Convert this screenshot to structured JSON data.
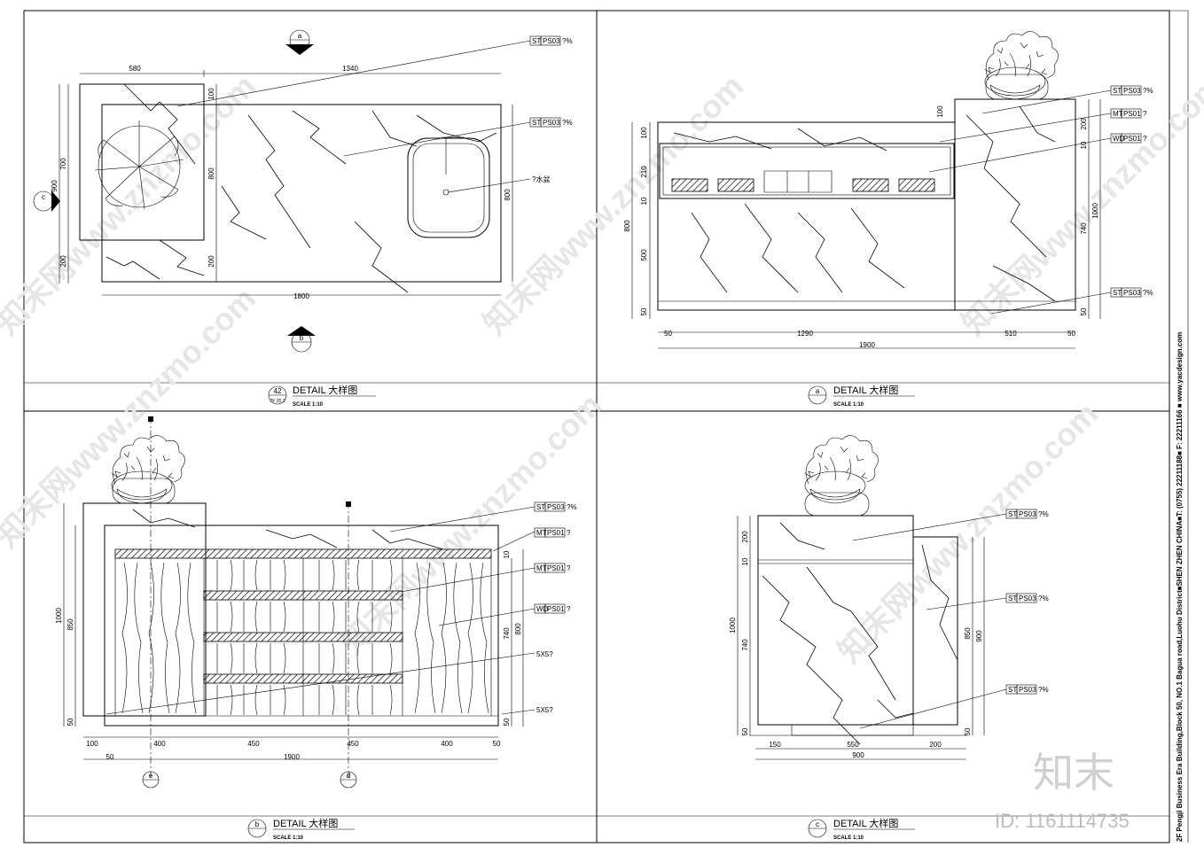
{
  "sheet": {
    "side_text": "2F Pengji Business Era Building,Block 50, NO.1 Bagua road,Luohu District■SHEN ZHEN CHINA■T: (0755) 22211188■ F: 22211166 ■ www.yacdesign.com",
    "logo": "知末",
    "id_text": "ID: 1161114735",
    "watermarks": [
      "知末网www.znzmo.com"
    ]
  },
  "panels": {
    "plan": {
      "number": "42",
      "sub": "7F 20.1",
      "title": "DETAIL  大样图",
      "scale": "SCALE   1:10",
      "dims": {
        "top_left": "580",
        "top_right": "1340",
        "bottom": "1800",
        "left_outer": "900",
        "left_700": "700",
        "left_200": "200",
        "mid_100": "100",
        "mid_800": "800",
        "mid_200": "200",
        "right_800": "800"
      },
      "tags": [
        {
          "code": "ST",
          "ref": "PS03",
          "note": "?%"
        },
        {
          "code": "ST",
          "ref": "PS03",
          "note": "?%"
        }
      ],
      "sink_note": "?水盆",
      "markers": {
        "top": "a",
        "left": "c",
        "bottom": "b"
      }
    },
    "elev_a": {
      "number": "a",
      "title": "DETAIL  大样图",
      "scale": "SCALE   1:10",
      "dims": {
        "bottom_50_l": "50",
        "bottom_1290": "1290",
        "bottom_510": "510",
        "bottom_50_r": "50",
        "bottom_total": "1900",
        "left_100": "100",
        "left_210": "210",
        "left_10": "10",
        "left_500": "500",
        "left_50": "50",
        "left_total": "800",
        "right_200": "200",
        "right_10": "10",
        "right_740": "740",
        "right_50": "50",
        "right_total": "1000",
        "top_100": "100"
      },
      "tags": [
        {
          "code": "ST",
          "ref": "PS03",
          "note": "?%"
        },
        {
          "code": "MT",
          "ref": "PS01",
          "note": "?"
        },
        {
          "code": "WD",
          "ref": "PS01",
          "note": "?"
        },
        {
          "code": "ST",
          "ref": "PS03",
          "note": "?%"
        }
      ]
    },
    "elev_b": {
      "number": "b",
      "title": "DETAIL  大样图",
      "scale": "SCALE   1:10",
      "dims": {
        "bottom_100_l": "100",
        "bottom_400_l": "400",
        "bottom_450_a": "450",
        "bottom_450_b": "450",
        "bottom_400_r": "400",
        "bottom_50_r": "50",
        "bottom_50_l": "50",
        "bottom_total": "1900",
        "left_total": "1000",
        "left_850": "850",
        "left_50": "50",
        "right_740": "740",
        "right_800": "800",
        "right_50": "50",
        "right_10": "10"
      },
      "tags": [
        {
          "code": "ST",
          "ref": "PS03",
          "note": "?%"
        },
        {
          "code": "MT",
          "ref": "PS01",
          "note": "?"
        },
        {
          "code": "MT",
          "ref": "PS01",
          "note": "?"
        },
        {
          "code": "WD",
          "ref": "PS01",
          "note": "?"
        }
      ],
      "notes": [
        "5X5?",
        "5X5?"
      ],
      "section_marks": [
        "e",
        "d"
      ]
    },
    "elev_c": {
      "number": "c",
      "title": "DETAIL  大样图",
      "scale": "SCALE   1:10",
      "dims": {
        "bottom_150": "150",
        "bottom_550": "550",
        "bottom_200": "200",
        "bottom_total": "900",
        "left_200": "200",
        "left_10": "10",
        "left_740": "740",
        "left_50": "50",
        "left_total": "1000",
        "right_850": "850",
        "right_900": "900",
        "right_50": "50"
      },
      "tags": [
        {
          "code": "ST",
          "ref": "PS03",
          "note": "?%"
        },
        {
          "code": "ST",
          "ref": "PS03",
          "note": "?%"
        },
        {
          "code": "ST",
          "ref": "PS03",
          "note": "?%"
        }
      ]
    }
  }
}
